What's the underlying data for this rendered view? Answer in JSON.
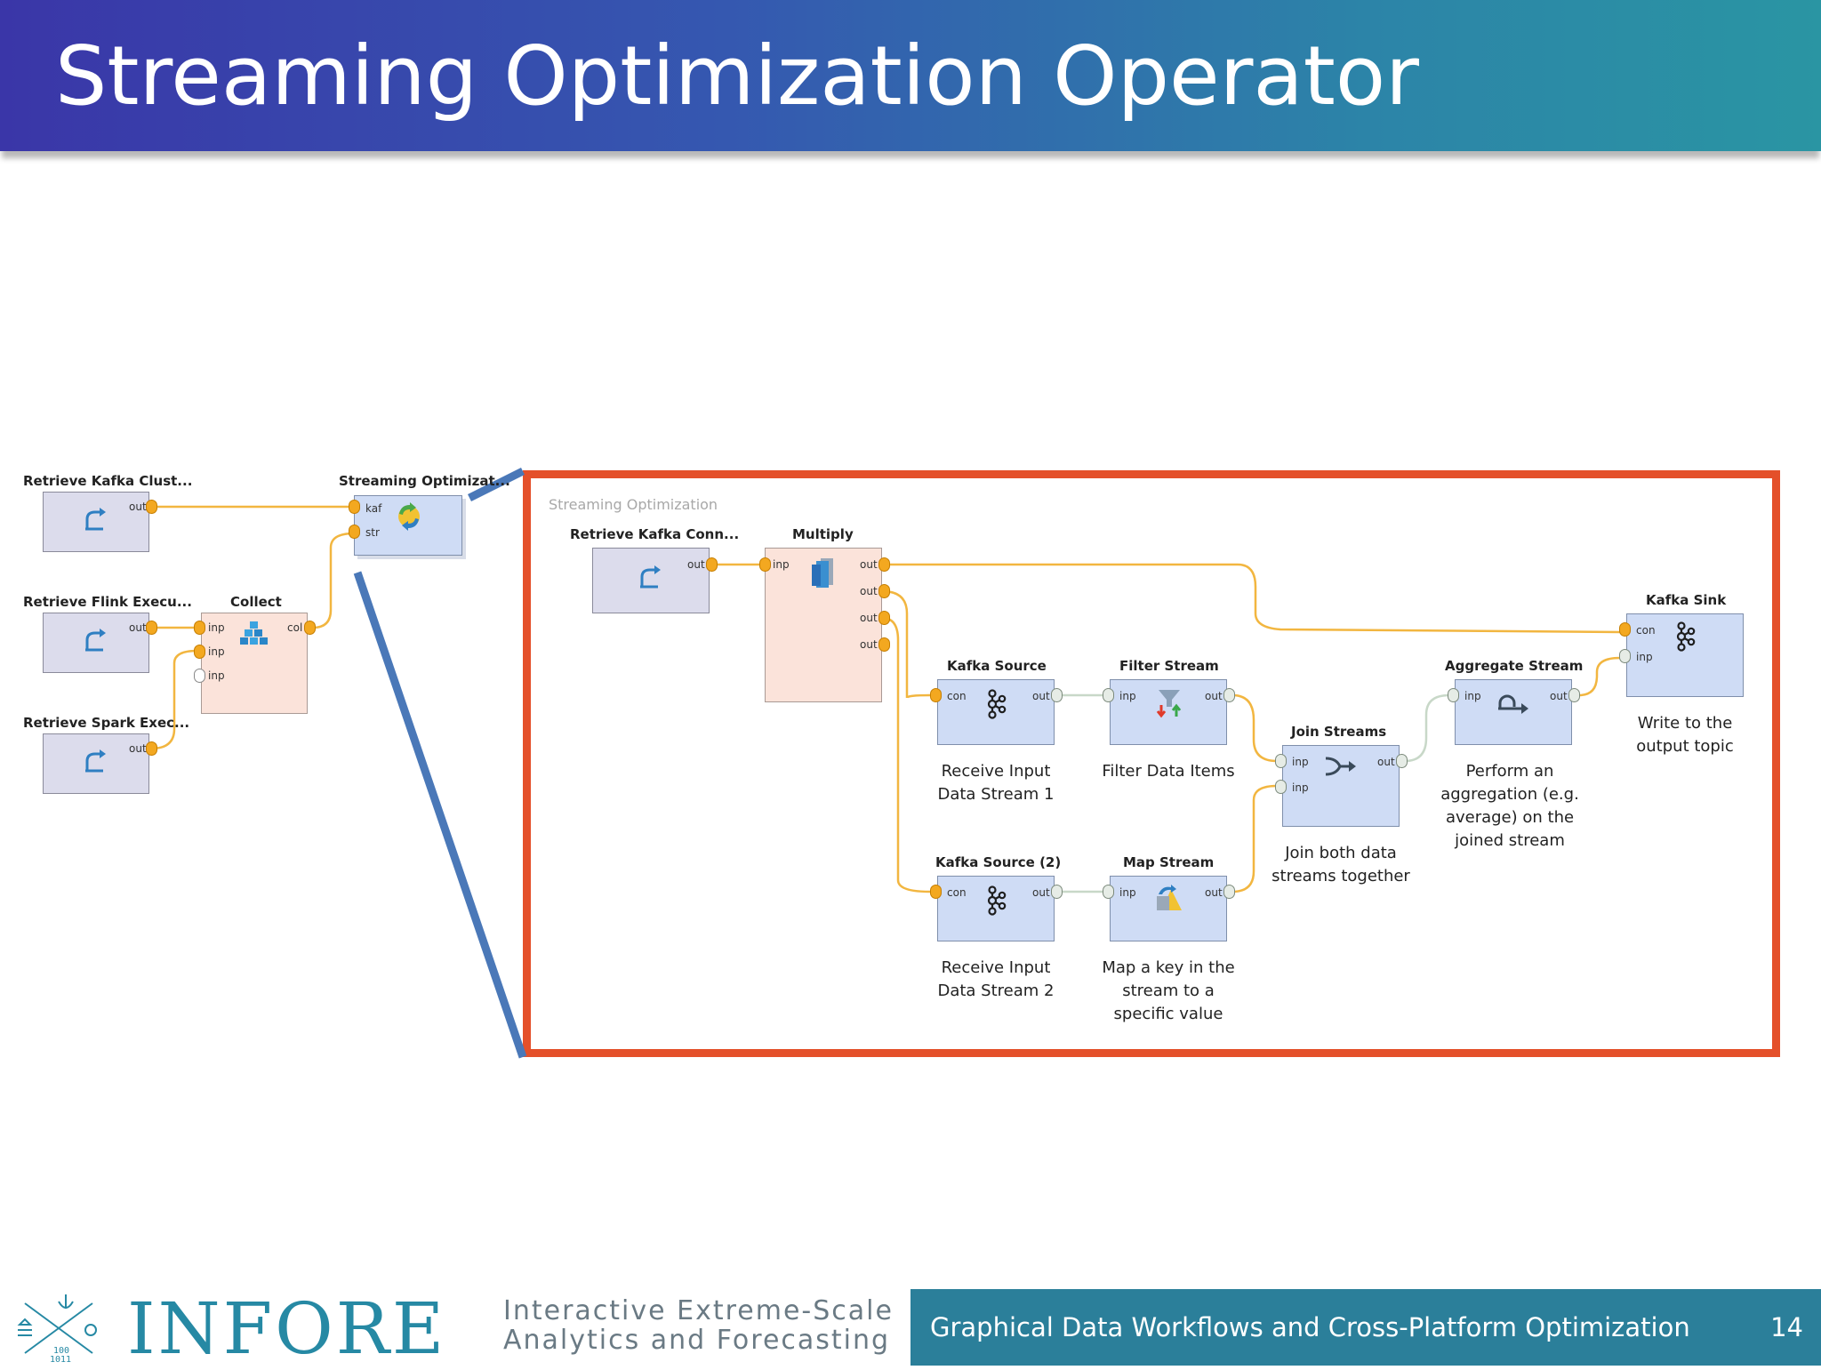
{
  "slide": {
    "title": "Streaming Optimization Operator",
    "page_number": "14"
  },
  "footer": {
    "logo_word": "INFORE",
    "tagline_line1": "Interactive Extreme-Scale",
    "tagline_line2": "Analytics and Forecasting",
    "caption": "Graphical Data Workflows  and Cross-Platform Optimization"
  },
  "outer_workflow": {
    "operators": [
      {
        "id": "retrieve_kafka",
        "label": "Retrieve Kafka Clust...",
        "ports_out": [
          "out"
        ]
      },
      {
        "id": "retrieve_flink",
        "label": "Retrieve Flink Execu...",
        "ports_out": [
          "out"
        ]
      },
      {
        "id": "retrieve_spark",
        "label": "Retrieve Spark Exec...",
        "ports_out": [
          "out"
        ]
      },
      {
        "id": "collect",
        "label": "Collect",
        "ports_in": [
          "inp",
          "inp",
          "inp"
        ],
        "ports_out": [
          "col"
        ]
      },
      {
        "id": "streaming_opt",
        "label": "Streaming Optimizat...",
        "ports_in": [
          "kaf",
          "str"
        ]
      }
    ]
  },
  "inner_workflow": {
    "title": "Streaming Optimization",
    "operators": [
      {
        "id": "retrieve_kafka_conn",
        "label": "Retrieve Kafka Conn...",
        "ports_out": [
          "out"
        ]
      },
      {
        "id": "multiply",
        "label": "Multiply",
        "ports_in": [
          "inp"
        ],
        "ports_out": [
          "out",
          "out",
          "out",
          "out"
        ]
      },
      {
        "id": "kafka_source",
        "label": "Kafka Source",
        "ports_in": [
          "con"
        ],
        "ports_out": [
          "out"
        ],
        "caption": [
          "Receive Input",
          "Data Stream 1"
        ]
      },
      {
        "id": "kafka_source_2",
        "label": "Kafka Source (2)",
        "ports_in": [
          "con"
        ],
        "ports_out": [
          "out"
        ],
        "caption": [
          "Receive Input",
          "Data Stream 2"
        ]
      },
      {
        "id": "filter_stream",
        "label": "Filter Stream",
        "ports_in": [
          "inp"
        ],
        "ports_out": [
          "out"
        ],
        "caption": [
          "Filter Data Items"
        ]
      },
      {
        "id": "map_stream",
        "label": "Map Stream",
        "ports_in": [
          "inp"
        ],
        "ports_out": [
          "out"
        ],
        "caption": [
          "Map a key in the",
          "stream to a",
          "specific value"
        ]
      },
      {
        "id": "join_streams",
        "label": "Join Streams",
        "ports_in": [
          "inp",
          "inp"
        ],
        "ports_out": [
          "out"
        ],
        "caption": [
          "Join both data",
          "streams together"
        ]
      },
      {
        "id": "aggregate_stream",
        "label": "Aggregate Stream",
        "ports_in": [
          "inp"
        ],
        "ports_out": [
          "out"
        ],
        "caption": [
          "Perform an",
          "aggregation (e.g.",
          "average) on the",
          "joined stream"
        ]
      },
      {
        "id": "kafka_sink",
        "label": "Kafka Sink",
        "ports_in": [
          "con",
          "inp"
        ],
        "caption": [
          "Write to the",
          "output topic"
        ]
      }
    ]
  },
  "colors": {
    "header_start": "#3a36a8",
    "header_end": "#2a95a3",
    "zoom_frame": "#e4502a",
    "zoom_lines": "#4a78b8",
    "wire": "#f2b640",
    "footer_bar": "#2b7f9a",
    "logo": "#2689a4"
  }
}
